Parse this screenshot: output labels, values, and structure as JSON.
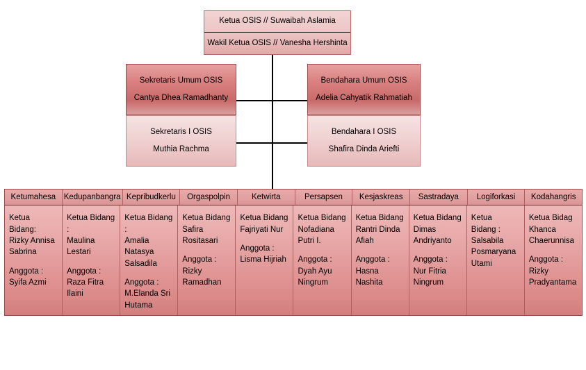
{
  "top": {
    "ketua_label": "Ketua OSIS // Suwaibah Aslamia",
    "wakil_label": "Wakil Ketua OSIS // Vanesha Hershinta"
  },
  "secretaries": {
    "umum": {
      "title": "Sekretaris Umum OSIS",
      "name": "Cantya Dhea Ramadhanty"
    },
    "satu": {
      "title": "Sekretaris I OSIS",
      "name": "Muthia Rachma"
    }
  },
  "treasurers": {
    "umum": {
      "title": "Bendahara Umum OSIS",
      "name": "Adelia Cahyatik Rahmatiah"
    },
    "satu": {
      "title": "Bendahara I OSIS",
      "name": "Shafira Dinda Ariefti"
    }
  },
  "divisions": {
    "headers": [
      "Ketumahesa",
      "Kedupanbangra",
      "Kepribudkerlu",
      "Orgaspolpin",
      "Ketwirta",
      "Persapsen",
      "Kesjaskreas",
      "Sastradaya",
      "Logiforkasi",
      "Kodahangris"
    ],
    "cells": [
      {
        "role": "Ketua Bidang:\nRizky Annisa\nSabrina",
        "member": "Anggota :\nSyifa Azmi"
      },
      {
        "role": "Ketua Bidang :\nMaulina Lestari",
        "member": "Anggota :\nRaza Fitra Ilaini"
      },
      {
        "role": "Ketua Bidang :\nAmalia Natasya\nSalsadila",
        "member": "Anggota :\nM.Elanda Sri\nHutama"
      },
      {
        "role": "Ketua Bidang\nSafira\nRositasari",
        "member": "Anggota :\nRizky\nRamadhan"
      },
      {
        "role": "Ketua Bidang\nFajriyati Nur",
        "member": "Anggota :\nLisma Hijriah"
      },
      {
        "role": "Ketua Bidang\nNofadiana\nPutri I.",
        "member": "Anggota :\nDyah Ayu\nNingrum"
      },
      {
        "role": "Ketua Bidang\nRantri Dinda\nAfiah",
        "member": "Anggota :\nHasna\nNashita"
      },
      {
        "role": "Ketua Bidang\nDimas\nAndriyanto",
        "member": "Anggota :\nNur Fitria\nNingrum"
      },
      {
        "role": "Ketua\nBidang :\nSalsabila\nPosmaryana\nUtami",
        "member": ""
      },
      {
        "role": "Ketua Bidag\nKhanca\nChaerunnisa",
        "member": "Anggota :\nRizky\nPradyantama"
      }
    ]
  },
  "colors": {
    "accent_dark": "#c96a6a",
    "accent_light": "#f2d3d3",
    "table_body": "#e7a6a6",
    "border": "#9c4a4a",
    "connector": "#000000"
  }
}
